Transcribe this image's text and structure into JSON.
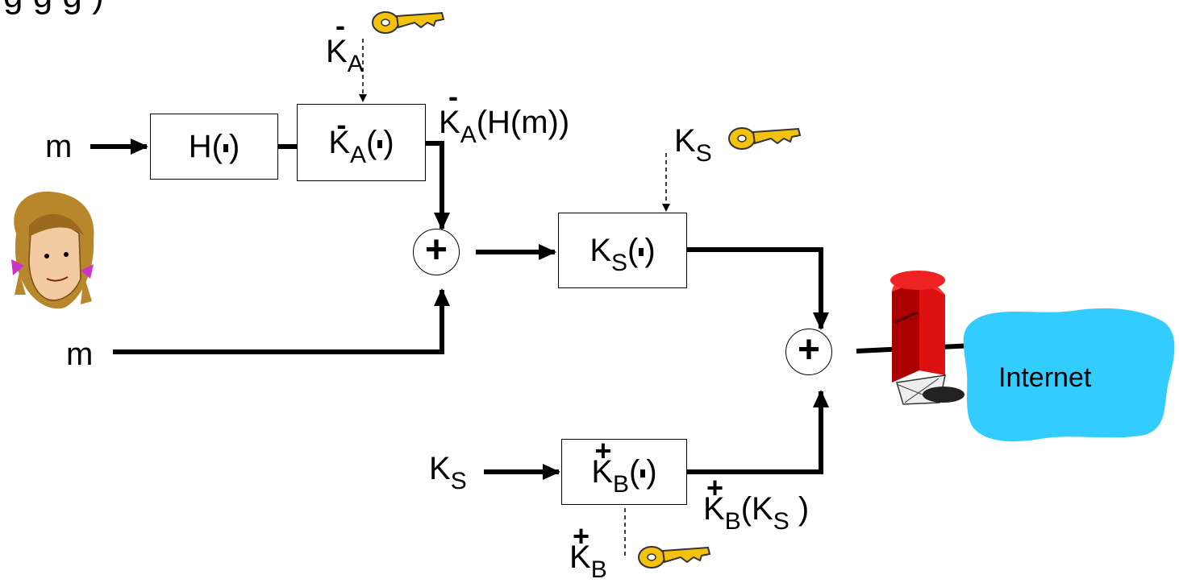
{
  "title_fragment": "g  g  g )",
  "labels": {
    "m_top": "m",
    "m_bottom": "m",
    "ka_key_k": "K",
    "ka_key_sub": "A",
    "ka_key_sup": "-",
    "ka_hm_k": "K",
    "ka_hm_sub": "A",
    "ka_hm_sup": "-",
    "ka_hm_rest": "(H(m))",
    "ks_key_k": "K",
    "ks_key_sub": "S",
    "ks_left_k": "K",
    "ks_left_sub": "S",
    "kb_key_k": "K",
    "kb_key_sub": "B",
    "kb_key_sup": "+",
    "kb_ks_k": "K",
    "kb_ks_sub": "B",
    "kb_ks_sup": "+",
    "kb_ks_open": "(K",
    "kb_ks_inner_sub": "S",
    "kb_ks_close": " )",
    "internet": "Internet"
  },
  "boxes": {
    "hash": {
      "prefix": "H(",
      "suffix": ")"
    },
    "ka": {
      "k": "K",
      "sub": "A",
      "sup": "-",
      "open": "(",
      "close": ")"
    },
    "ks": {
      "k": "K",
      "sub": "S",
      "open": "(",
      "close": ")"
    },
    "kb": {
      "k": "K",
      "sub": "B",
      "sup": "+",
      "open": "(",
      "close": ")"
    }
  },
  "operators": {
    "plus_top": "+",
    "plus_right": "+"
  },
  "icons": [
    "key-icon",
    "person-icon",
    "mailbox-icon",
    "cloud-icon"
  ],
  "colors": {
    "key": "#f4c20d",
    "cloud": "#33ccff",
    "mailbox": "#dd1111"
  }
}
